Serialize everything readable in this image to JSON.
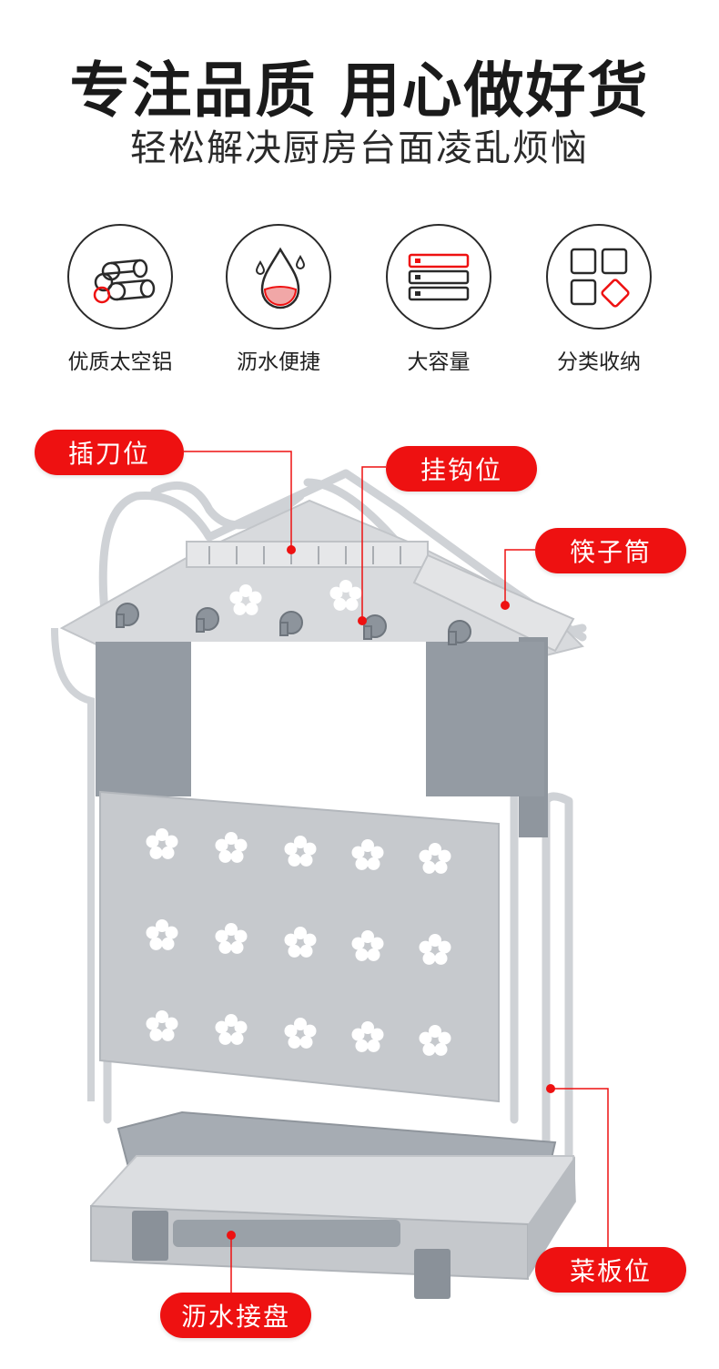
{
  "header": {
    "title": "专注品质 用心做好货",
    "subtitle": "轻松解决厨房台面凌乱烦恼"
  },
  "features": [
    {
      "label": "优质太空铝",
      "icon": "aluminum-rods-icon"
    },
    {
      "label": "沥水便捷",
      "icon": "water-drop-icon"
    },
    {
      "label": "大容量",
      "icon": "stacked-shelves-icon"
    },
    {
      "label": "分类收纳",
      "icon": "category-grid-icon"
    }
  ],
  "callouts": {
    "knife_slot": "插刀位",
    "hook_slot": "挂钩位",
    "chopstick_holder": "筷子筒",
    "cutting_board_slot": "菜板位",
    "drain_tray": "沥水接盘"
  },
  "colors": {
    "accent": "#ee1111",
    "rack_frame": "#d4d6d9",
    "rack_panel": "#c9ccd0",
    "plastic": "#8e959d",
    "text": "#1a1a1a"
  }
}
